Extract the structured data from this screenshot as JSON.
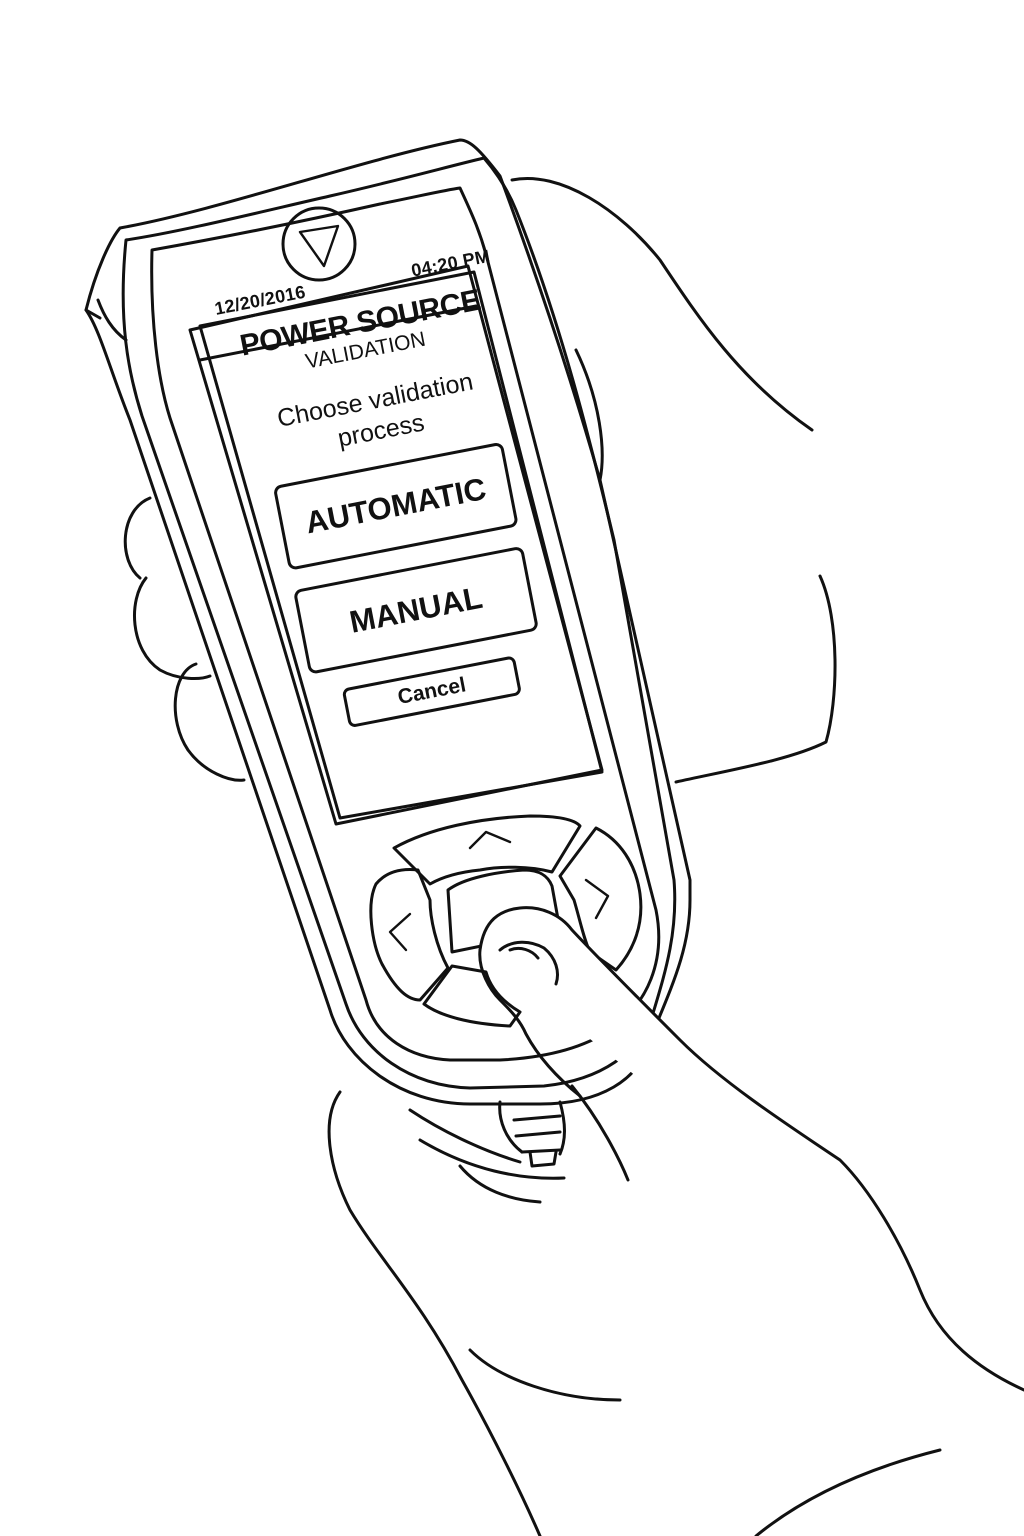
{
  "device": {
    "brand_icon": "triangle-logo-icon"
  },
  "status_bar": {
    "date": "12/20/2016",
    "time": "04:20 PM"
  },
  "screen": {
    "title": "POWER SOURCE",
    "subtitle": "VALIDATION",
    "prompt_line1": "Choose validation",
    "prompt_line2": "process"
  },
  "buttons": {
    "automatic": "AUTOMATIC",
    "manual": "MANUAL",
    "cancel": "Cancel"
  },
  "keypad": {
    "up_icon": "chevron-up-icon",
    "down_icon": "chevron-down-icon",
    "left_icon": "chevron-left-icon",
    "right_icon": "chevron-right-icon",
    "center": "select-button"
  }
}
